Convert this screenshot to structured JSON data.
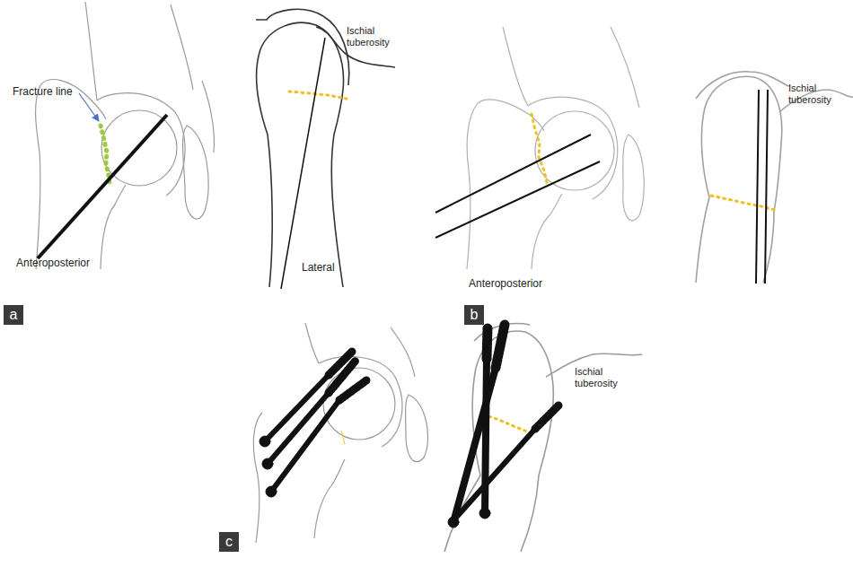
{
  "diagram": {
    "nodes": [
      {
        "text": [
          "a"
        ]
      },
      {
        "text": [
          "b"
        ]
      },
      {
        "text": [
          "c"
        ]
      }
    ],
    "labels": [
      "Fracture line",
      "Anteroposterior",
      "Lateral",
      "Ischial tuberosity",
      "Anteroposterior",
      "Ischial tuberosity",
      "Ischial tuberosity"
    ]
  }
}
